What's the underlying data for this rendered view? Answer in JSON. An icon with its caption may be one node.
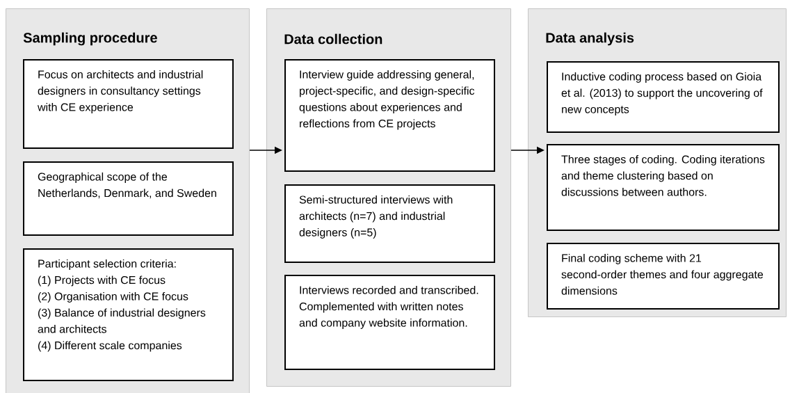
{
  "diagram": {
    "nodes": [
      {
        "text": [
          "Sampling procedure"
        ]
      },
      {
        "text": [
          "Focus on architects and industrial designers in consultancy settings with CE experience"
        ],
        "in": 0
      },
      {
        "text": [
          "Geographical scope of the Netherlands, Denmark, and Sweden"
        ],
        "in": 0
      },
      {
        "text": [
          "Participant selection criteria:",
          "(1) Projects with CE focus",
          "(2) Organisation with CE focus",
          "(3) Balance of industrial designers and architects",
          "(4) Different scale companies"
        ],
        "in": 0
      },
      {
        "text": [
          "Data collection"
        ]
      },
      {
        "text": [
          "Interview guide addressing general, project-specific, and design-specific questions about experiences and reflections from CE projects"
        ],
        "in": 4
      },
      {
        "text": [
          "Semi-structured interviews with architects (n=7) and industrial designers (n=5)"
        ],
        "in": 4
      },
      {
        "text": [
          "Interviews recorded and transcribed. Complemented with written notes and company website information."
        ],
        "in": 4
      },
      {
        "text": [
          "Data analysis"
        ]
      },
      {
        "text": [
          "Inductive coding process based on Gioia et al. (2013) to support the uncovering of new concepts"
        ],
        "in": 8
      },
      {
        "text": [
          "Three stages of coding. Coding iterations and theme clustering based on discussions between authors."
        ],
        "in": 8
      },
      {
        "text": [
          "Final coding scheme with 21 second-order themes and four aggregate dimensions"
        ],
        "in": 8
      }
    ],
    "edges": [
      {
        "from": 0,
        "to": 5,
        "arrow": "to"
      },
      {
        "from": 4,
        "to": 10,
        "arrow": "to"
      }
    ]
  }
}
